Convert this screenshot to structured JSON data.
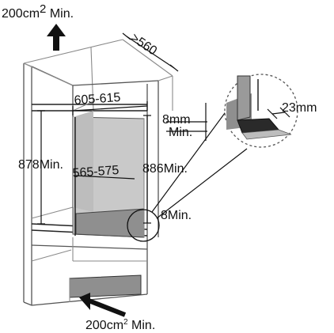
{
  "labels": {
    "top_airflow": "200cm",
    "top_airflow_suffix": " Min.",
    "depth": ">560",
    "width_top": "605-615",
    "gap_top_value": "8mm",
    "gap_top_min": "Min.",
    "detail_depth": "23mm",
    "height_left": "878Min.",
    "width_inner": "565-575",
    "height_right": "886Min.",
    "gap_bottom": "8Min.",
    "bottom_airflow": "200cm",
    "bottom_airflow_suffix": " Min.",
    "superscript": "2"
  },
  "icons": {
    "up_arrow": "up-arrow-icon",
    "inlet_arrow": "diagonal-arrow-icon"
  },
  "colors": {
    "line": "#222222",
    "thin_line": "#8a8a8a",
    "cavity_fill": "#8f8f8f",
    "cavity_side_fill": "#c9c9c9",
    "arrow": "#111111"
  }
}
